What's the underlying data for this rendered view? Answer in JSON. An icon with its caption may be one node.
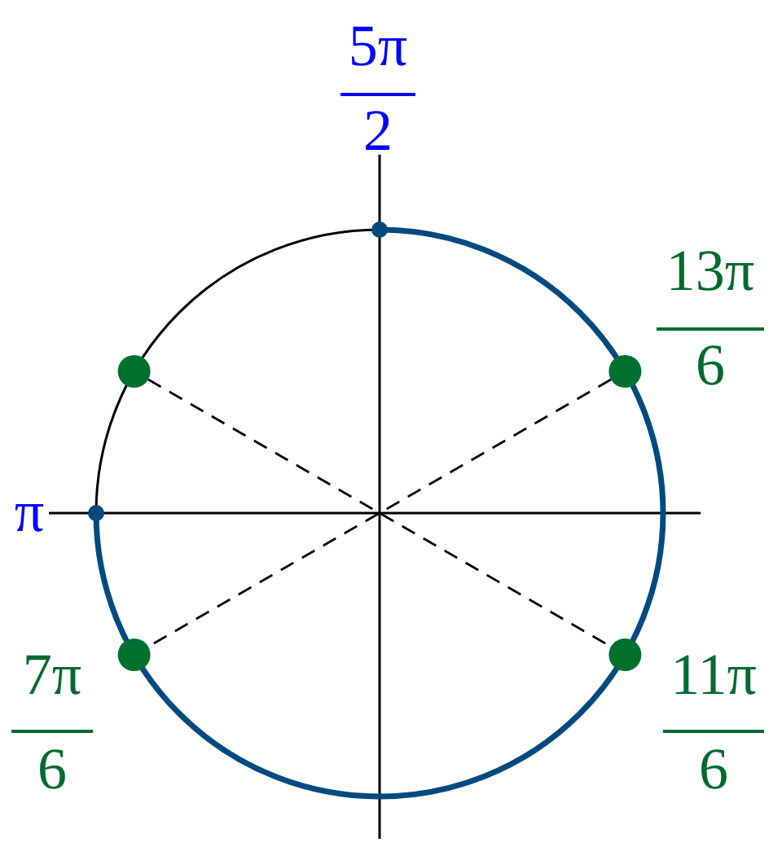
{
  "diagram": {
    "nodes": [
      {
        "text": [],
        "shape": "circle"
      },
      {
        "text": [],
        "shape": "circle"
      },
      {
        "text": [],
        "shape": "circle"
      },
      {
        "text": [],
        "shape": "circle"
      }
    ],
    "edges": [
      {
        "from": 0,
        "to": 3,
        "arrow": "none",
        "style": "dashed"
      },
      {
        "from": 1,
        "to": 2,
        "arrow": "none",
        "style": "dashed"
      }
    ],
    "labels": [
      "5π",
      "2",
      "13π",
      "6",
      "π",
      "7π",
      "6",
      "11π",
      "6"
    ]
  }
}
